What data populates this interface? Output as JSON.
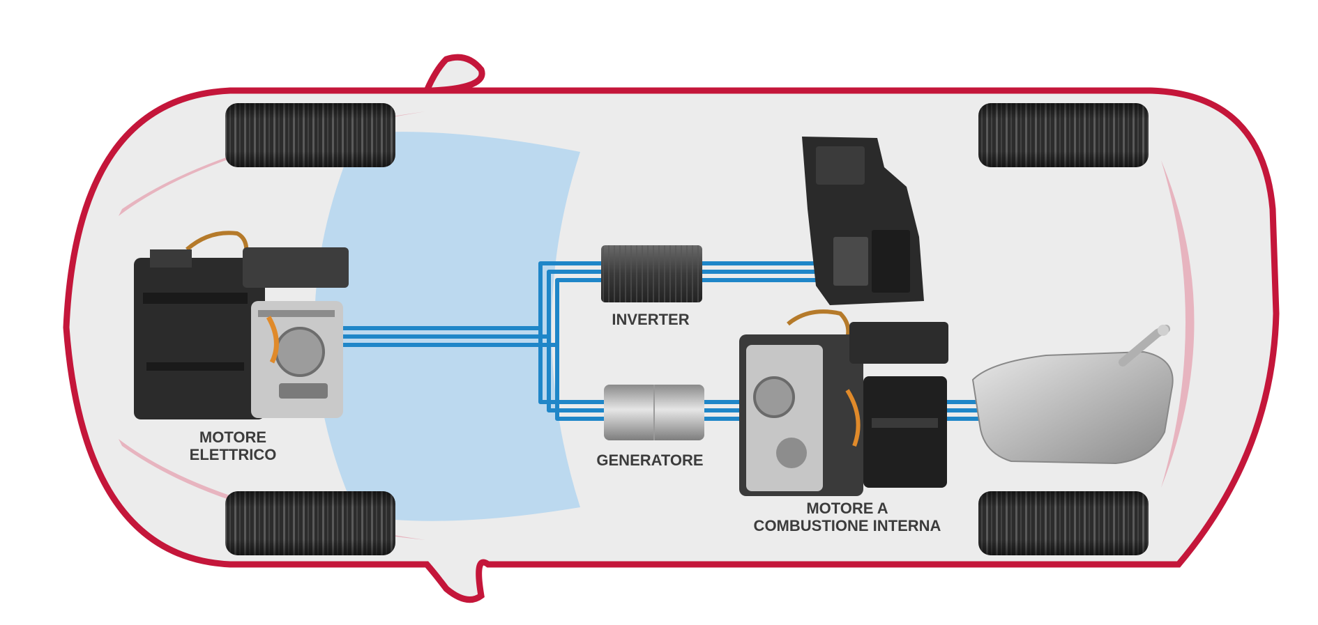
{
  "labels": {
    "electric_motor": [
      "MOTORE",
      "ELETTRICO"
    ],
    "inverter": "INVERTER",
    "generator": "GENERATORE",
    "combustion_engine": [
      "MOTORE A",
      "COMBUSTIONE INTERNA"
    ]
  },
  "colors": {
    "car_outline": "#c4163a",
    "car_body": "#ececec",
    "windshield": "#bcd9ef",
    "cable": "#1f86c8",
    "cable_core": "#ffffff",
    "label_text": "#3c3c3c"
  },
  "icons": {
    "tire": "tire-icon",
    "electric_motor": "electric-motor-icon",
    "inverter": "inverter-icon",
    "battery": "battery-pack-icon",
    "generator": "generator-icon",
    "combustion_engine": "combustion-engine-icon",
    "fuel_tank": "fuel-tank-icon"
  }
}
